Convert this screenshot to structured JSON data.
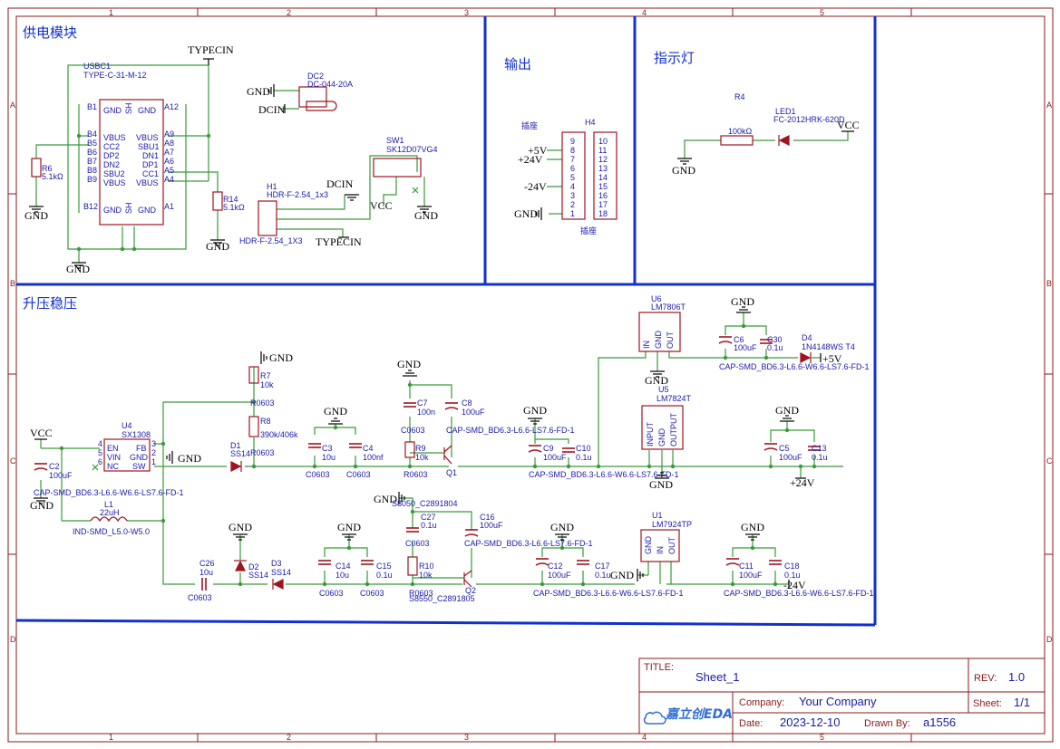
{
  "sections": {
    "power": "供电模块",
    "output": "输出",
    "indicator": "指示灯",
    "boost": "升压稳压"
  },
  "border": {
    "cols": [
      "1",
      "2",
      "3",
      "4",
      "5"
    ],
    "rows": [
      "A",
      "B",
      "C",
      "D"
    ]
  },
  "nets": {
    "gnd": "GND",
    "vcc": "VCC",
    "typecin": "TYPECIN",
    "dcin": "DCIN",
    "p5v": "+5V",
    "p24v": "+24V",
    "m24v": "-24V"
  },
  "components": {
    "usbc1": {
      "ref": "USBC1",
      "value": "TYPE-C-31-M-12"
    },
    "dc2": {
      "ref": "DC2",
      "value": "DC-044-20A"
    },
    "r6": {
      "ref": "R6",
      "value": "5.1kΩ"
    },
    "r14": {
      "ref": "R14",
      "value": "5.1kΩ"
    },
    "h1": {
      "ref": "H1",
      "value": "HDR-F-2.54_1x3",
      "footprint": "HDR-F-2.54_1X3"
    },
    "sw1": {
      "ref": "SW1",
      "value": "SK12D07VG4"
    },
    "h4": {
      "ref": "H4",
      "value": "插座",
      "footprint": "插座"
    },
    "r4": {
      "ref": "R4",
      "value": "100kΩ"
    },
    "led1": {
      "ref": "LED1",
      "value": "FC-2012HRK-620D"
    },
    "u6": {
      "ref": "U6",
      "value": "LM7806T"
    },
    "c6": {
      "ref": "C6",
      "value": "100uF"
    },
    "c30": {
      "ref": "C30",
      "value": "0.1u"
    },
    "d4": {
      "ref": "D4",
      "value": "1N4148WS T4"
    },
    "capfp": "CAP-SMD_BD6.3-L6.6-W6.6-LS7.6-FD-1",
    "capfp2": "CAP-SMD_BD6.3-L6.6-LS7.6-FD-1",
    "c7": {
      "ref": "C7",
      "value": "100n"
    },
    "c8": {
      "ref": "C8",
      "value": "100uF"
    },
    "r7": {
      "ref": "R7",
      "value": "10k"
    },
    "r8": {
      "ref": "R8",
      "value": "390k/406k"
    },
    "r0603": "R0603",
    "c0603": "C0603",
    "u4": {
      "ref": "U4",
      "value": "SX1308"
    },
    "d1": {
      "ref": "D1",
      "value": "SS14"
    },
    "c3": {
      "ref": "C3",
      "value": "10u"
    },
    "c4": {
      "ref": "C4",
      "value": "100nf"
    },
    "r9": {
      "ref": "R9",
      "value": "10k"
    },
    "q1": {
      "ref": "Q1"
    },
    "c9": {
      "ref": "C9",
      "value": "100uF"
    },
    "c10": {
      "ref": "C10",
      "value": "0.1u"
    },
    "u5": {
      "ref": "U5",
      "value": "LM7824T"
    },
    "c5": {
      "ref": "C5",
      "value": "100uF"
    },
    "c13": {
      "ref": "C13",
      "value": "0.1u"
    },
    "c2": {
      "ref": "C2",
      "value": "100uF"
    },
    "l1": {
      "ref": "L1",
      "value": "22uH",
      "footprint": "IND-SMD_L5.0-W5.0"
    },
    "q2top": "S8050_C2891804",
    "c27": {
      "ref": "C27",
      "value": "0.1u"
    },
    "c16": {
      "ref": "C16",
      "value": "100uF"
    },
    "c26": {
      "ref": "C26",
      "value": "10u"
    },
    "d2": {
      "ref": "D2",
      "value": "SS14"
    },
    "d3": {
      "ref": "D3",
      "value": "SS14"
    },
    "c14": {
      "ref": "C14",
      "value": "10u"
    },
    "c15": {
      "ref": "C15",
      "value": "0.1u"
    },
    "r10": {
      "ref": "R10",
      "value": "10k"
    },
    "q2": {
      "ref": "Q2",
      "value": "S8550_C2891805"
    },
    "c12": {
      "ref": "C12",
      "value": "100uF"
    },
    "c17": {
      "ref": "C17",
      "value": "0.1u"
    },
    "u1": {
      "ref": "U1",
      "value": "LM7924TP"
    },
    "c11": {
      "ref": "C11",
      "value": "100uF"
    },
    "c18": {
      "ref": "C18",
      "value": "0.1u"
    }
  },
  "pins": {
    "usbc_left": [
      "B1",
      "B4",
      "B5",
      "B6",
      "B7",
      "B8",
      "B9",
      "B12"
    ],
    "usbc_ll": [
      "GND",
      "VBUS",
      "CC2",
      "DP2",
      "DN2",
      "SBU2",
      "VBUS",
      "GND"
    ],
    "usbc_right": [
      "A12",
      "A9",
      "A8",
      "A7",
      "A6",
      "A5",
      "A4",
      "A1"
    ],
    "usbc_rl": [
      "GND",
      "VBUS",
      "SBU1",
      "DN1",
      "DP1",
      "CC1",
      "VBUS",
      "GND"
    ],
    "sh": "SH",
    "h4_left": [
      "9",
      "8",
      "7",
      "6",
      "5",
      "4",
      "3",
      "2",
      "1"
    ],
    "h4_right": [
      "10",
      "11",
      "12",
      "13",
      "14",
      "15",
      "16",
      "17",
      "18"
    ],
    "u4_left": [
      "EN",
      "VIN",
      "NC"
    ],
    "u4_right": [
      "FB",
      "GND",
      "SW"
    ],
    "u4_pinl": [
      "4",
      "5",
      "6"
    ],
    "u4_pinr": [
      "3",
      "2",
      "1"
    ],
    "reg_in": "IN",
    "reg_gnd": "GND",
    "reg_out": "OUT",
    "reg_input": "INPUT",
    "reg_output": "OUTPUT"
  },
  "title_block": {
    "title_label": "TITLE:",
    "title": "Sheet_1",
    "rev_label": "REV:",
    "rev": "1.0",
    "company_label": "Company:",
    "company": "Your Company",
    "sheet_label": "Sheet:",
    "sheet": "1/1",
    "date_label": "Date:",
    "date": "2023-12-10",
    "drawn_label": "Drawn By:",
    "drawn": "a1556",
    "logo": "嘉立创EDA"
  },
  "colors": {
    "wire": "#3a9a3a",
    "part": "#a0141e",
    "frame": "#8b1a1a",
    "section": "#1230d0",
    "text": "#1a1aaa"
  }
}
